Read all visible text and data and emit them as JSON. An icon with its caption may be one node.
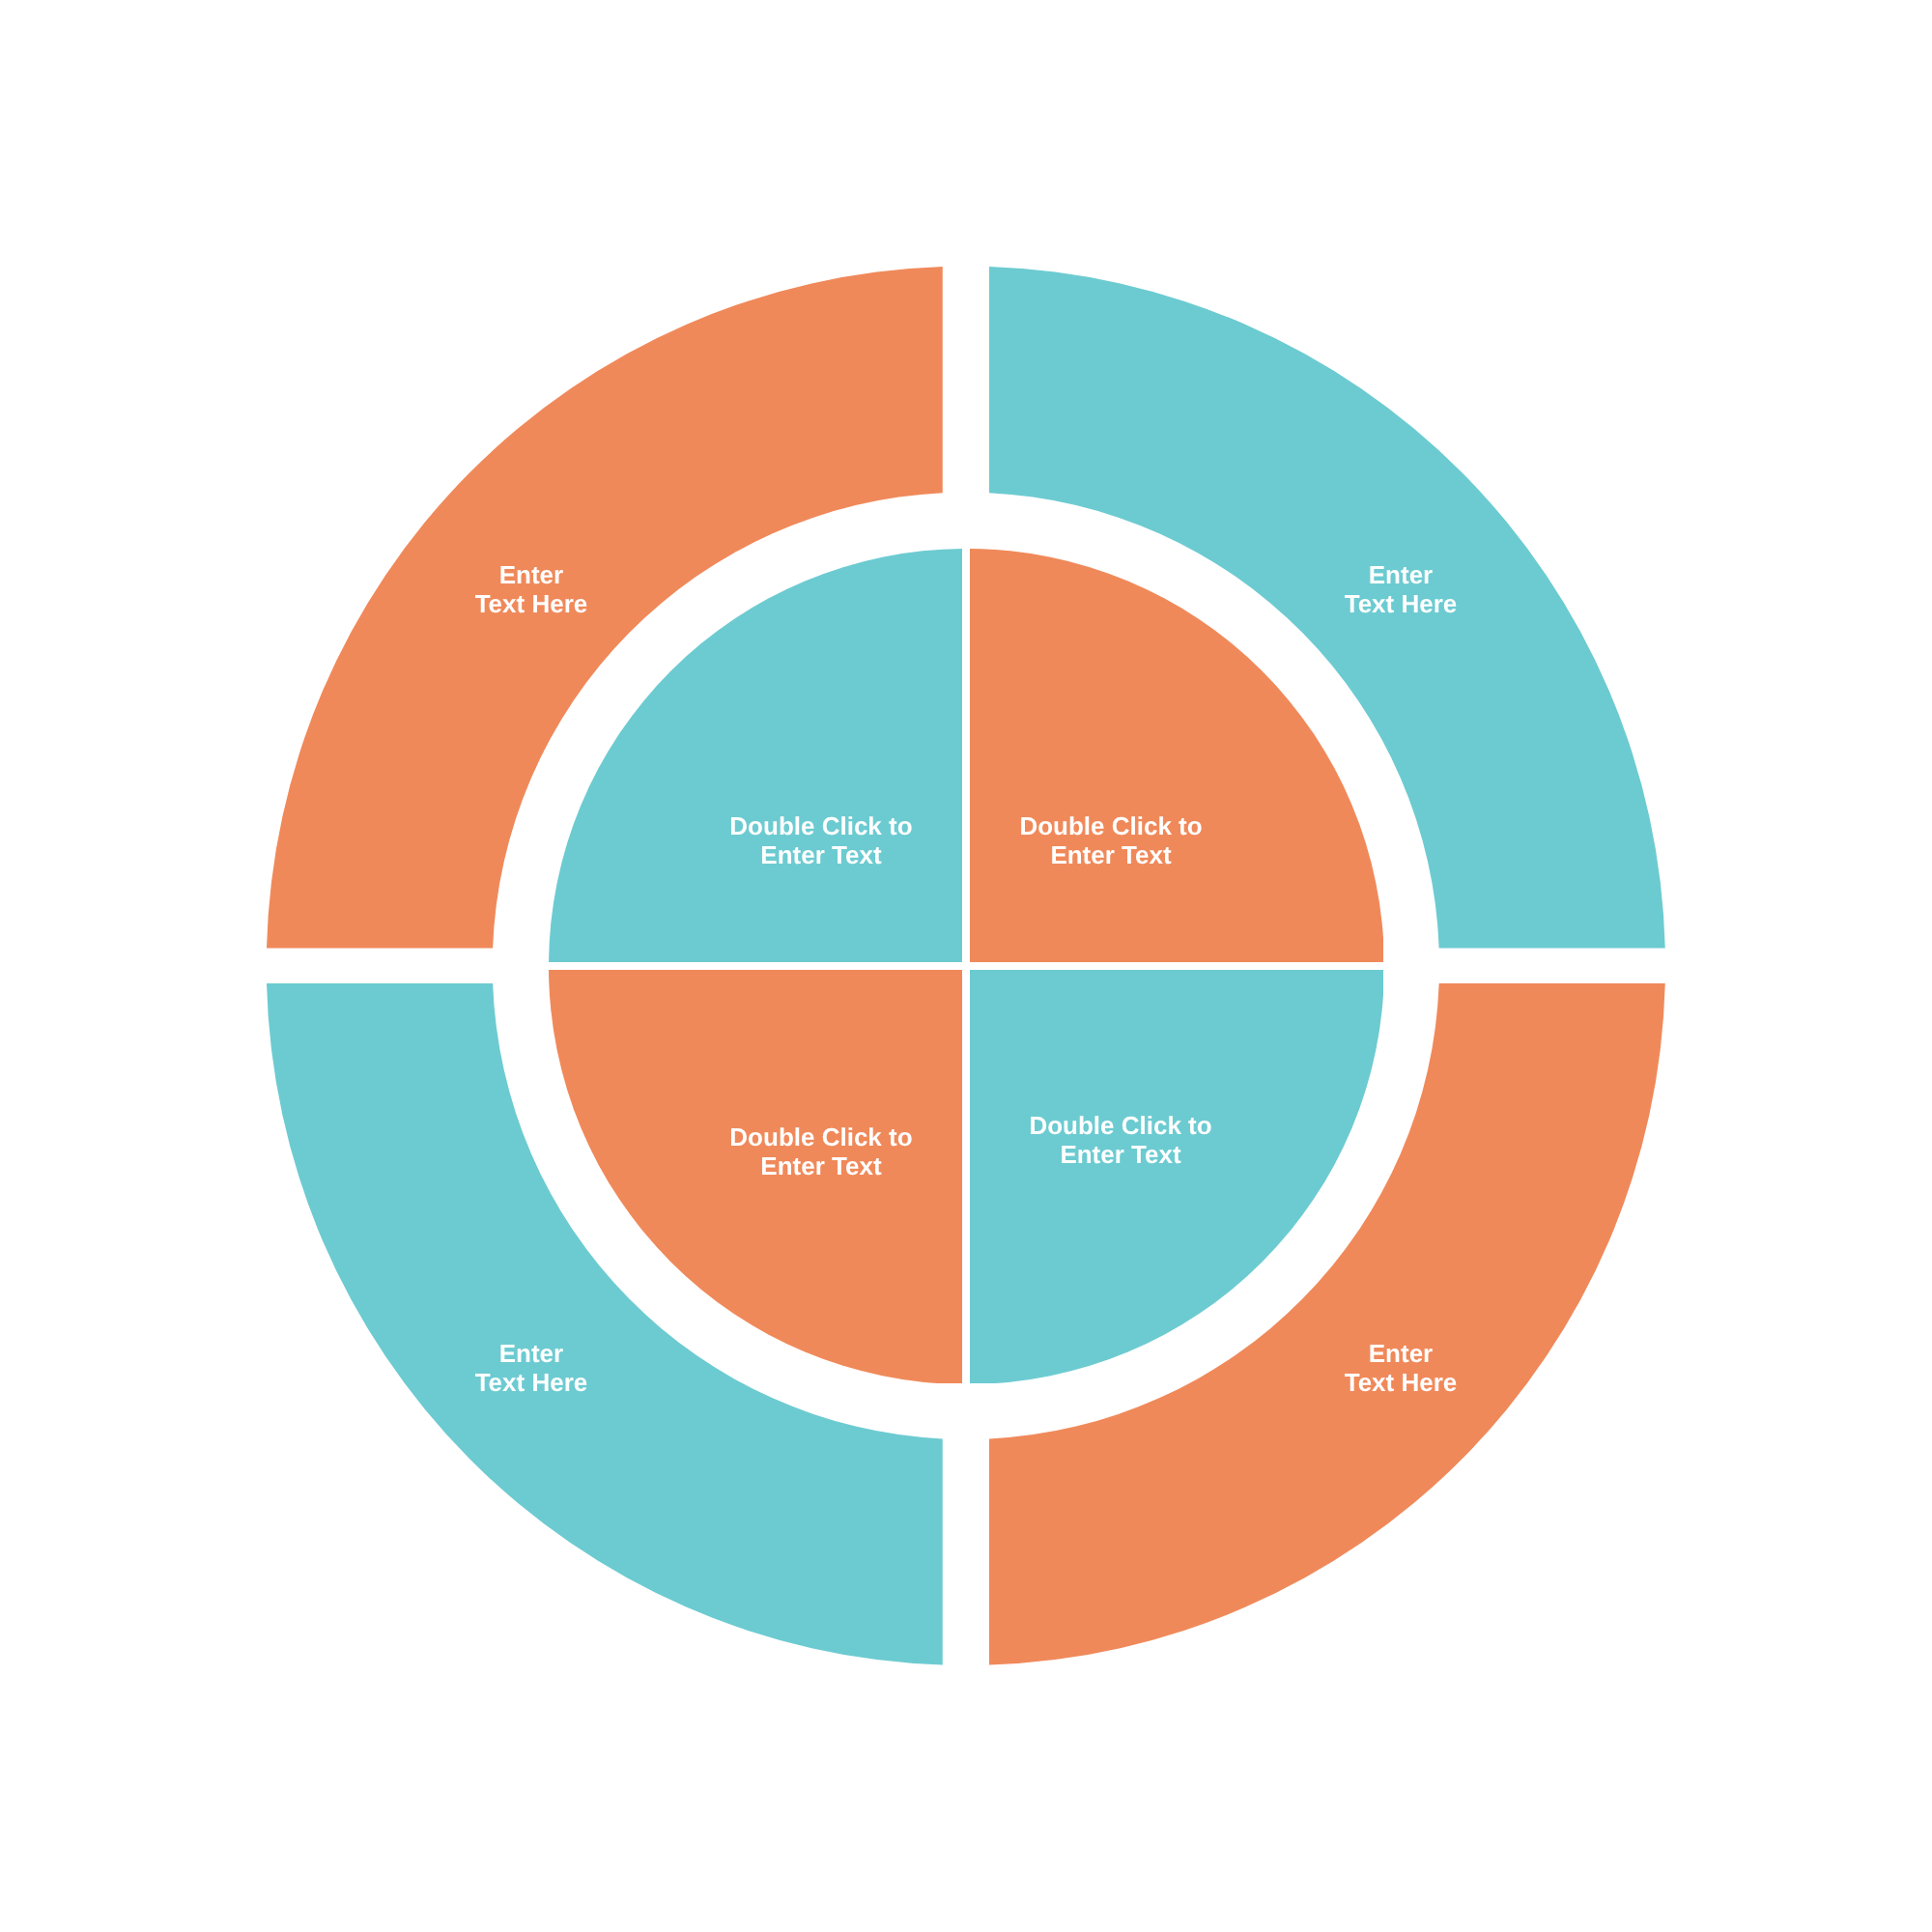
{
  "diagram": {
    "nodes": [
      {
        "text": [
          "Enter Text Here"
        ]
      },
      {
        "text": [
          "Enter Text Here"
        ]
      },
      {
        "text": [
          "Double Click to Enter Text"
        ]
      },
      {
        "text": [
          "Double Click to Enter Text"
        ]
      },
      {
        "text": [
          "Double Click to Enter Text"
        ]
      },
      {
        "text": [
          "Double Click to Enter Text"
        ]
      },
      {
        "text": [
          "Enter Text Here"
        ]
      },
      {
        "text": [
          "Enter Text Here"
        ]
      }
    ]
  }
}
